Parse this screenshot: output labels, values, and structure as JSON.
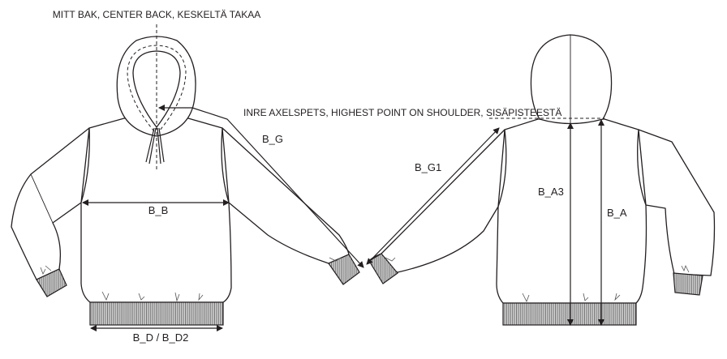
{
  "labels": {
    "center_back": "MITT BAK, CENTER BACK, KESKELTÄ TAKAA",
    "highest_point": "INRE AXELSPETS, HIGHEST POINT ON SHOULDER, SISÄPISTEESTÄ",
    "b_g": "B_G",
    "b_b": "B_B",
    "b_d": "B_D / B_D2",
    "b_g1": "B_G1",
    "b_a3": "B_A3",
    "b_a": "B_A"
  },
  "colors": {
    "line": "#231f20",
    "ribbing": "#a6a6a6"
  }
}
